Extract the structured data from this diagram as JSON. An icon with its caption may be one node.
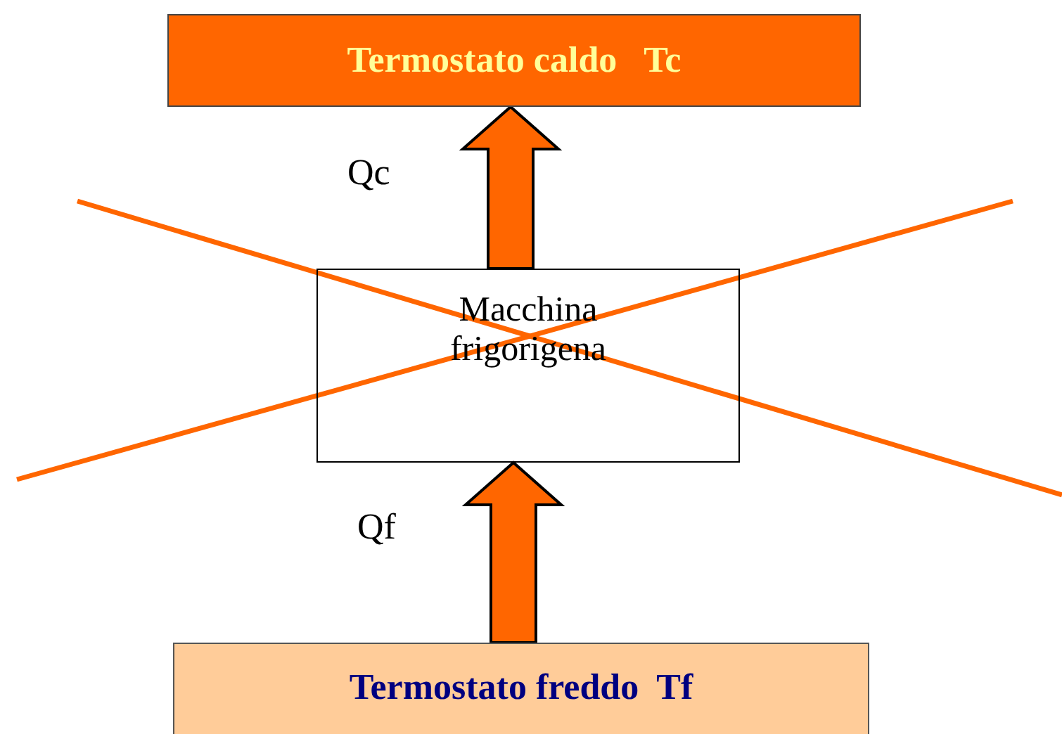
{
  "diagram": {
    "nodes": [
      {
        "text": [
          "Termostato caldo   Tc"
        ]
      },
      {
        "text": [
          "Macchina frigorigena"
        ]
      },
      {
        "text": [
          "Termostato freddo  Tf"
        ]
      }
    ],
    "edges": [
      {
        "from": 1,
        "to": 0,
        "arrow": "to",
        "label": "Qc",
        "style": "thick"
      },
      {
        "from": 2,
        "to": 1,
        "arrow": "to",
        "label": "Qf",
        "style": "thick"
      }
    ]
  }
}
